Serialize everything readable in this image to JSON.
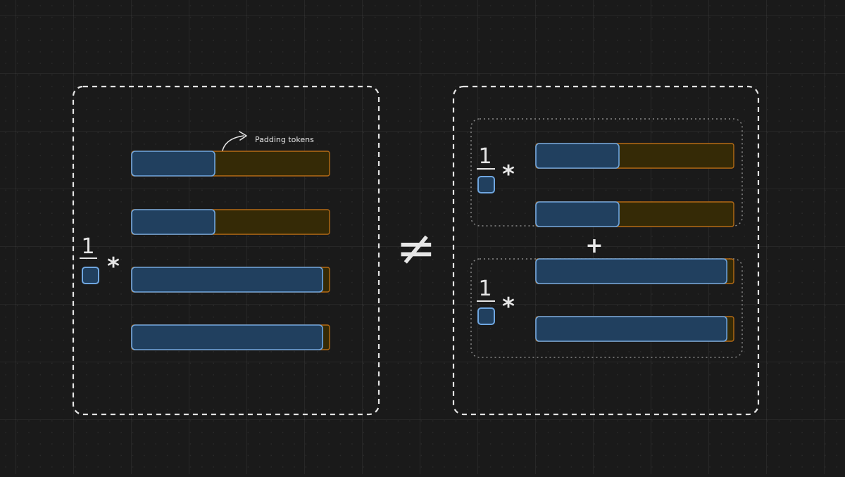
{
  "annotation": {
    "label": "Padding tokens"
  },
  "formula": {
    "numerator": "1",
    "operator": "*"
  },
  "symbols": {
    "not_equal": "≠",
    "plus": "+"
  },
  "colors": {
    "background": "#1a1a1a",
    "token_fill": "#21405f",
    "token_stroke": "#6fa6e0",
    "padding_fill": "#352a06",
    "padding_stroke": "#b56b15",
    "dashed_border": "#e4e4e4",
    "dotted_border": "#8a8a8a",
    "text": "#e6e6e6"
  },
  "sequences": {
    "left_group": [
      0.42,
      0.42,
      0.965,
      0.965
    ],
    "right_group_top": [
      0.42,
      0.42
    ],
    "right_group_bottom": [
      0.965,
      0.965
    ]
  }
}
